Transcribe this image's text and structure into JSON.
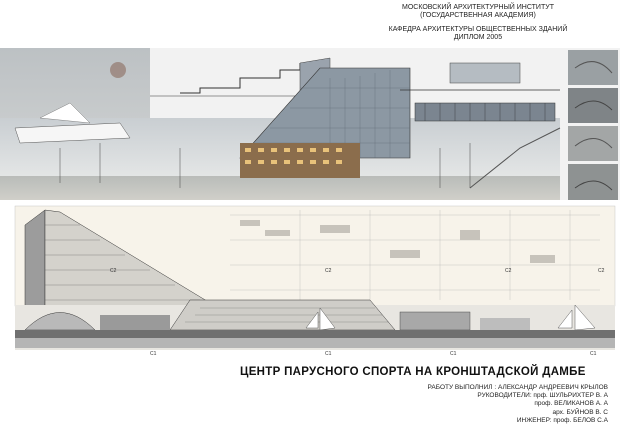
{
  "header": {
    "line1": "МОСКОВСКИЙ АРХИТЕКТУРНЫЙ ИНСТИТУТ",
    "line2": "(ГОСУДАРСТВЕННАЯ АКАДЕМИЯ)",
    "line3": "КАФЕДРА АРХИТЕКТУРЫ ОБЩЕСТВЕННЫХ ЗДАНИЙ",
    "line4": "ДИПЛОМ 2005"
  },
  "vertical_title": "ЦЕНТР ПАРУСНОГО СПОРТА",
  "plan_labels": [
    "С2",
    "С2",
    "С2",
    "С2",
    "С1",
    "С1",
    "С1",
    "С1"
  ],
  "title": "ЦЕНТР ПАРУСНОГО СПОРТА НА КРОНШТАДСКОЙ ДАМБЕ",
  "credits": {
    "author": "РАБОТУ ВЫПОЛНИЛ : АЛЕКСАНДР АНДРЕЕВИЧ КРЫЛОВ",
    "lead": "РУКОВОДИТЕЛИ: прф. ШУЛЬРИХТЕР В. А",
    "prof": "проф. ВЕЛИКАНОВ А. А",
    "arch": "арх. БУЙНОВ В. С",
    "eng": "ИНЖЕНЕР: проф. БЕЛОВ С.А"
  }
}
